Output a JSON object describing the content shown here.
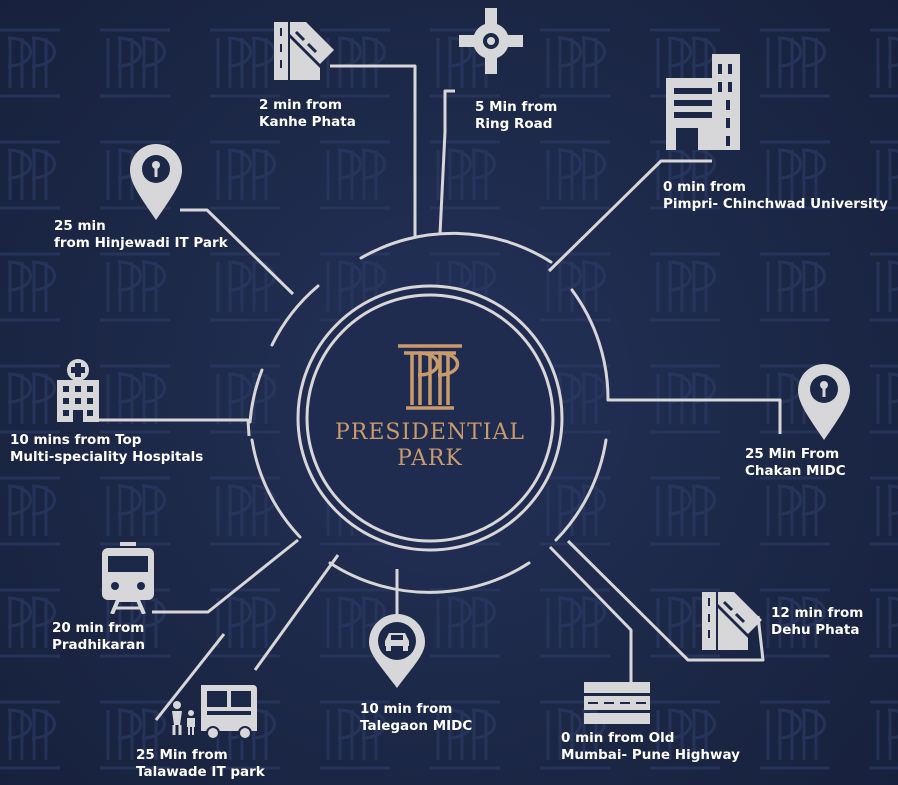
{
  "brand": {
    "name_line1": "PRESIDENTIAL",
    "name_line2": "PARK"
  },
  "colors": {
    "background": "#1c2847",
    "line": "#d7d7d9",
    "icon": "#d7d7d9",
    "brand_gold": "#c99a6b",
    "text": "#ffffff"
  },
  "locations": [
    {
      "id": "kanhe",
      "icon": "road-icon",
      "line1": "2 min from",
      "line2": "Kanhe Phata"
    },
    {
      "id": "ring",
      "icon": "roundabout-icon",
      "line1": "5 Min from",
      "line2": "Ring Road"
    },
    {
      "id": "pcu",
      "icon": "building-icon",
      "line1": "0 min from",
      "line2": "Pimpri- Chinchwad University"
    },
    {
      "id": "hinjewadi",
      "icon": "location-pin-icon",
      "line1": "25 min",
      "line2": "from Hinjewadi IT Park"
    },
    {
      "id": "hospitals",
      "icon": "hospital-icon",
      "line1": "10 mins from Top",
      "line2": "Multi-speciality Hospitals"
    },
    {
      "id": "chakan",
      "icon": "location-pin-icon",
      "line1": "25 Min From",
      "line2": "Chakan MIDC"
    },
    {
      "id": "pradhikaran",
      "icon": "train-icon",
      "line1": "20 min from",
      "line2": "Pradhikaran"
    },
    {
      "id": "dehu",
      "icon": "road-icon",
      "line1": "12 min from",
      "line2": "Dehu Phata"
    },
    {
      "id": "talegaon",
      "icon": "car-pin-icon",
      "line1": "10 min from",
      "line2": "Talegaon MIDC"
    },
    {
      "id": "highway",
      "icon": "highway-icon",
      "line1": "0 min from Old",
      "line2": "Mumbai- Pune Highway"
    },
    {
      "id": "talawade",
      "icon": "school-bus-icon",
      "line1": "25 Min from",
      "line2": "Talawade IT park"
    }
  ]
}
